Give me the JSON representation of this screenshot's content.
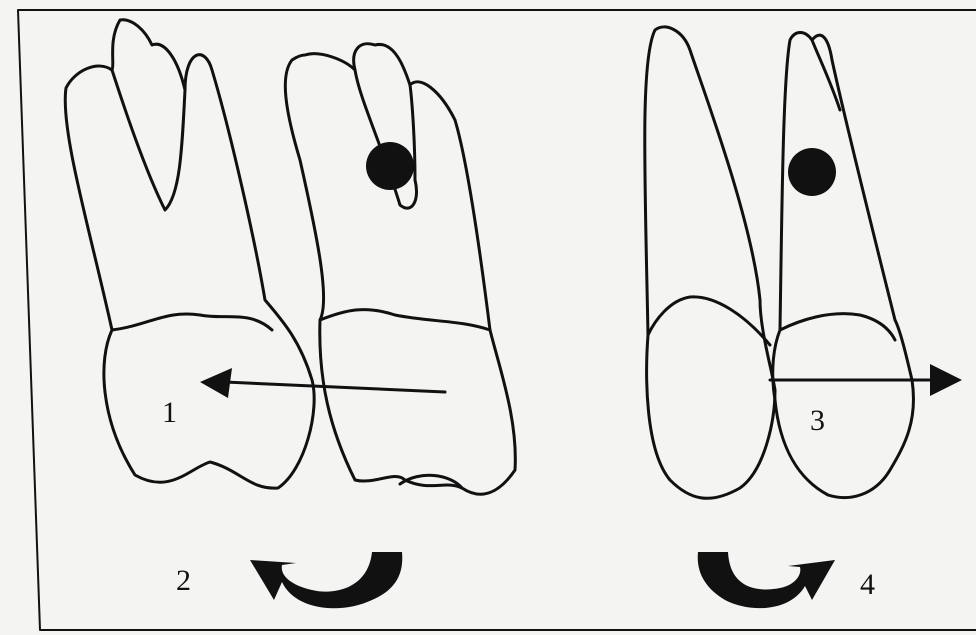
{
  "labels": {
    "one": "1",
    "two": "2",
    "three": "3",
    "four": "4"
  },
  "colors": {
    "background": "#f4f4f2",
    "ink": "#111111"
  }
}
